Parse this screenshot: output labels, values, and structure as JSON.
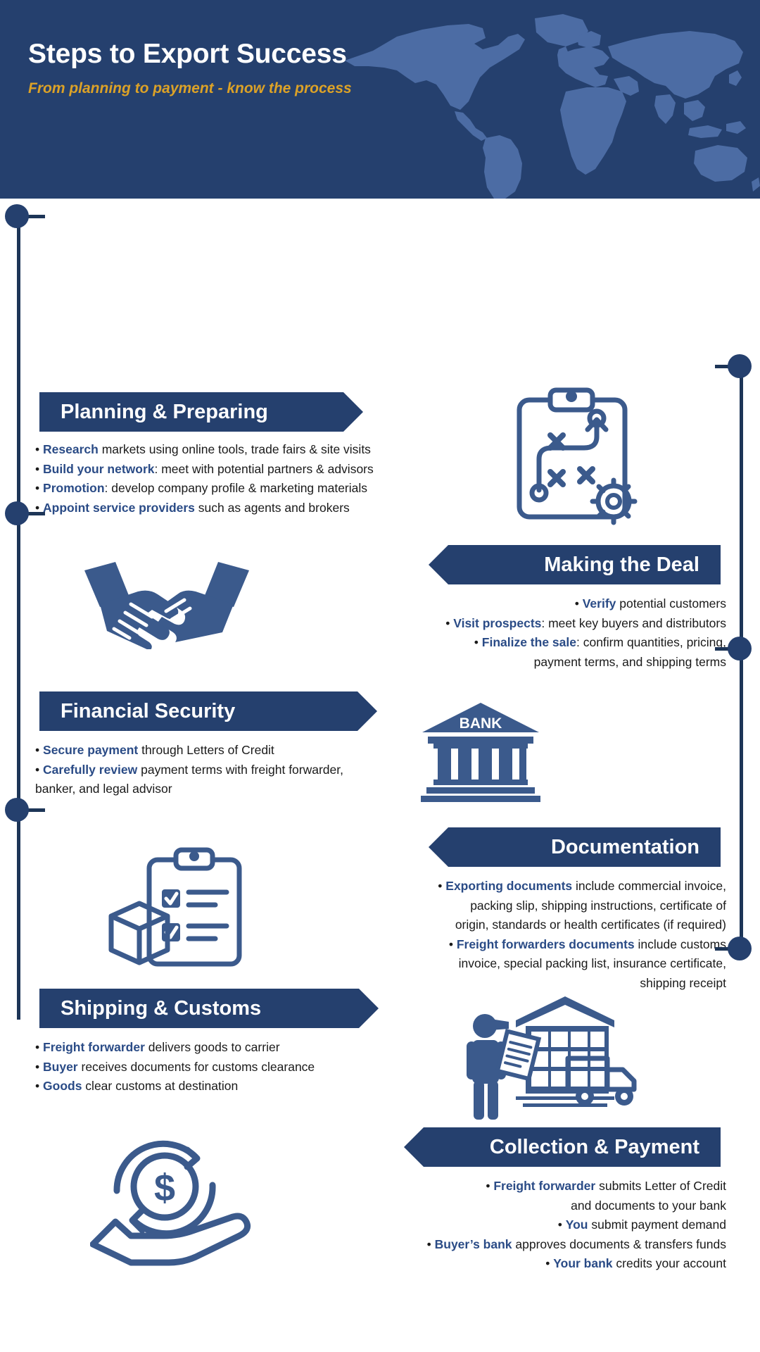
{
  "header": {
    "title": "Steps to Export Success",
    "subtitle": "From planning to payment - know the process",
    "background_color": "#25406e",
    "title_color": "#ffffff",
    "subtitle_color": "#dca227",
    "map_color": "#4c6ca4",
    "map_icon": "world-map-icon"
  },
  "theme": {
    "navy": "#25406e",
    "rail": "#1d3557",
    "bold_text": "#2a4b86",
    "body_text": "#1a1a1a",
    "icon_fill": "#3b5a8c"
  },
  "sections": [
    {
      "id": "planning-preparing",
      "title": "Planning & Preparing",
      "side": "left",
      "icon": "clipboard-strategy-icon",
      "bullets": [
        {
          "lead": "Research",
          "rest": " markets using online tools, trade fairs & site visits"
        },
        {
          "lead": "Build your network",
          "rest": ": meet with potential partners & advisors"
        },
        {
          "lead": "Promotion",
          "rest": ": develop company profile & marketing materials"
        },
        {
          "lead": "Appoint service providers",
          "rest": " such as agents and brokers"
        }
      ]
    },
    {
      "id": "making-the-deal",
      "title": "Making the Deal",
      "side": "right",
      "icon": "handshake-icon",
      "bullets": [
        {
          "lead": "Verify",
          "rest": " potential customers"
        },
        {
          "lead": "Visit prospects",
          "rest": ": meet key buyers and distributors"
        },
        {
          "lead": "Finalize the sale",
          "rest": ": confirm quantities, pricing,"
        },
        {
          "lead": "",
          "rest": "payment terms, and shipping terms"
        }
      ]
    },
    {
      "id": "financial-security",
      "title": "Financial Security",
      "side": "left",
      "icon": "bank-icon",
      "icon_label": "BANK",
      "bullets": [
        {
          "lead": "Secure payment",
          "rest": " through Letters of Credit"
        },
        {
          "lead": "Carefully review",
          "rest": " payment terms with freight forwarder,"
        },
        {
          "lead": "",
          "rest": "banker, and legal advisor"
        }
      ]
    },
    {
      "id": "documentation",
      "title": "Documentation",
      "side": "right",
      "icon": "clipboard-boxes-icon",
      "bullets": [
        {
          "lead": "Exporting documents",
          "rest": " include commercial invoice,"
        },
        {
          "lead": "",
          "rest": "packing slip, shipping instructions, certificate of"
        },
        {
          "lead": "",
          "rest": "origin, standards or health certificates (if required)"
        },
        {
          "lead": "Freight forwarders documents",
          "rest": " include customs"
        },
        {
          "lead": "",
          "rest": "invoice, special packing list, insurance certificate,"
        },
        {
          "lead": "",
          "rest": "shipping receipt"
        }
      ]
    },
    {
      "id": "shipping-customs",
      "title": "Shipping & Customs",
      "side": "left",
      "icon": "warehouse-truck-icon",
      "bullets": [
        {
          "lead": "Freight forwarder",
          "rest": " delivers goods to carrier"
        },
        {
          "lead": "Buyer",
          "rest": " receives documents for customs clearance"
        },
        {
          "lead": "Goods",
          "rest": " clear customs at destination"
        }
      ]
    },
    {
      "id": "collection-payment",
      "title": "Collection & Payment",
      "side": "right",
      "icon": "hand-dollar-icon",
      "bullets": [
        {
          "lead": "Freight forwarder",
          "rest": " submits Letter of Credit"
        },
        {
          "lead": "",
          "rest": "and documents to your bank"
        },
        {
          "lead": "You",
          "rest": " submit payment demand"
        },
        {
          "lead": "Buyer’s bank",
          "rest": " approves documents & transfers funds"
        },
        {
          "lead": "Your bank",
          "rest": " credits your account"
        }
      ]
    }
  ]
}
